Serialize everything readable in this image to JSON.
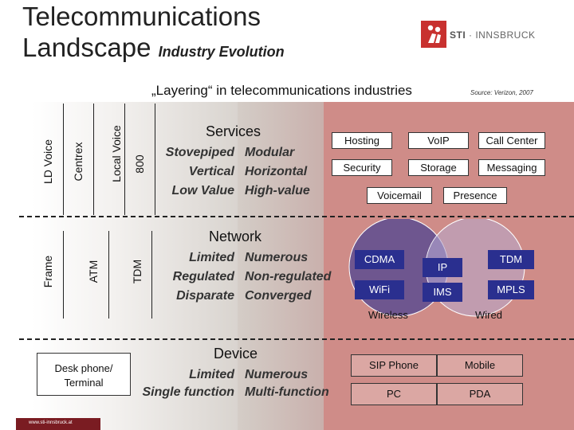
{
  "title": {
    "line1": "Telecommunications",
    "line2": "Landscape",
    "subtitle": "Industry Evolution"
  },
  "logo": {
    "brand": "STI",
    "separator": " · ",
    "city": "INNSBRUCK",
    "mark": "sti-logo-icon"
  },
  "layering_heading": "„Layering“ in telecommunications industries",
  "source": "Source: Verizon, 2007",
  "layers": {
    "services": {
      "vertical_labels": [
        "LD Voice",
        "Centrex",
        "Local Voice",
        "800"
      ],
      "heading": "Services",
      "left_terms": [
        "Stovepiped",
        "Vertical",
        "Low Value"
      ],
      "right_terms": [
        "Modular",
        "Horizontal",
        "High-value"
      ],
      "boxes": [
        "Hosting",
        "VoIP",
        "Call Center",
        "Security",
        "Storage",
        "Messaging",
        "Voicemail",
        "Presence"
      ]
    },
    "network": {
      "vertical_labels": [
        "Frame",
        "ATM",
        "TDM"
      ],
      "heading": "Network",
      "left_terms": [
        "Limited",
        "Regulated",
        "Disparate"
      ],
      "right_terms": [
        "Numerous",
        "Non-regulated",
        "Converged"
      ],
      "nodes": [
        "CDMA",
        "IP",
        "TDM",
        "WiFi",
        "IMS",
        "MPLS"
      ],
      "circle_labels": [
        "Wireless",
        "Wired"
      ]
    },
    "device": {
      "box_label": "Desk phone/ Terminal",
      "heading": "Device",
      "left_terms": [
        "Limited",
        "Single function"
      ],
      "right_terms": [
        "Numerous",
        "Multi-function"
      ],
      "boxes": [
        "SIP Phone",
        "Mobile",
        "PC",
        "PDA"
      ]
    }
  },
  "footer": "www.sti-innsbruck.at",
  "colors": {
    "accent_red": "#c8312f",
    "node_blue": "#2a2f8f",
    "panel_rose": "#cf8c88"
  }
}
